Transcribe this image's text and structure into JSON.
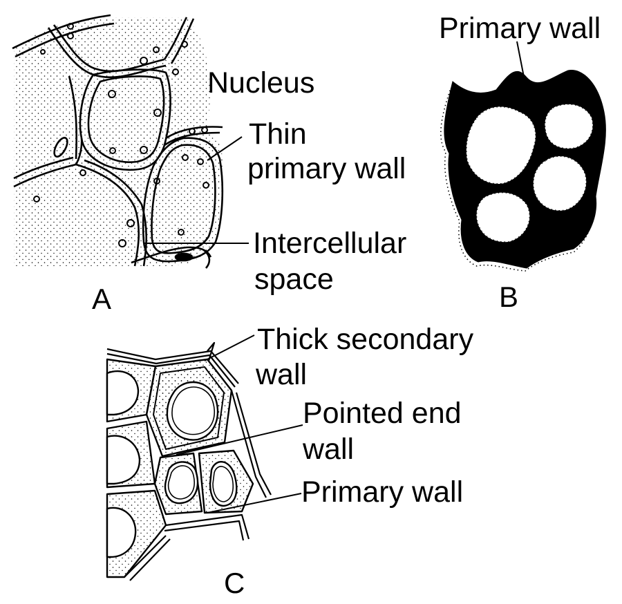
{
  "panel_a": {
    "letter": "A",
    "labels": {
      "nucleus": "Nucleus",
      "thin_primary_wall_1": "Thin",
      "thin_primary_wall_2": "primary wall",
      "intercellular_1": "Intercellular",
      "intercellular_2": "space"
    }
  },
  "panel_b": {
    "letter": "B",
    "labels": {
      "primary_wall": "Primary wall"
    }
  },
  "panel_c": {
    "letter": "C",
    "labels": {
      "thick_secondary_1": "Thick secondary",
      "thick_secondary_2": "wall",
      "pointed_end_1": "Pointed end",
      "pointed_end_2": "wall",
      "primary_wall": "Primary wall"
    }
  },
  "colors": {
    "ink": "#000000",
    "paper": "#ffffff"
  }
}
